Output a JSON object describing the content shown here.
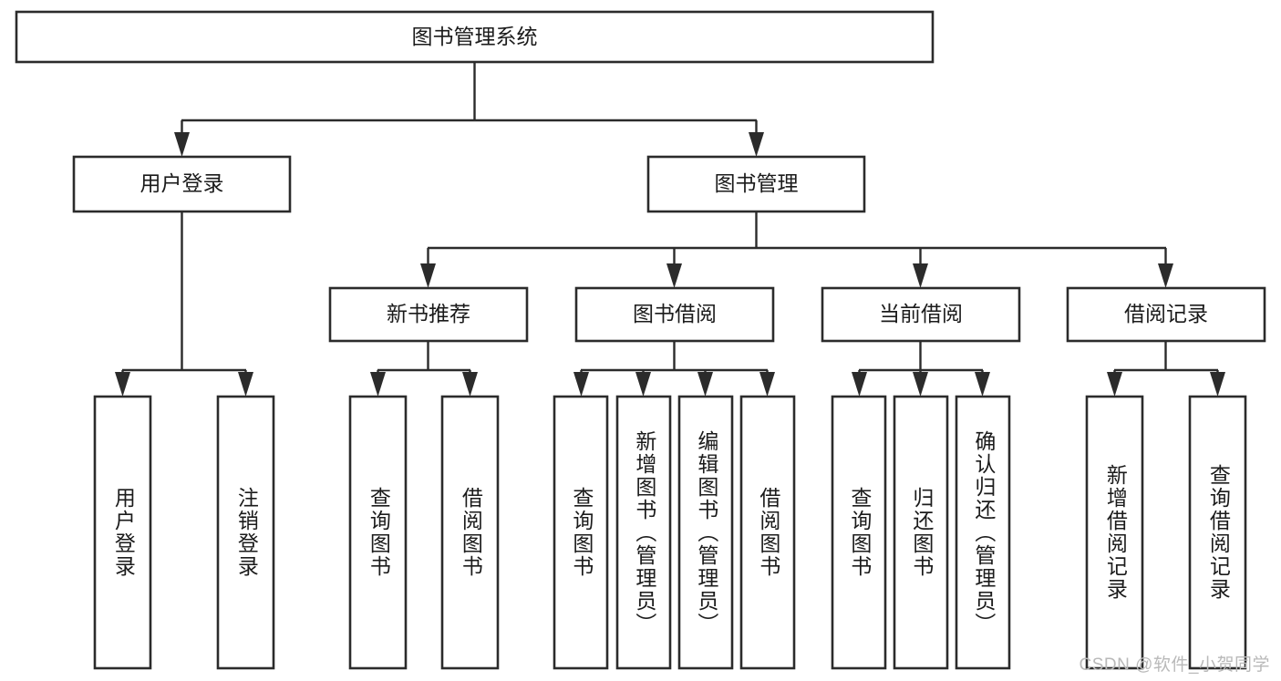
{
  "diagram": {
    "title": "图书管理系统",
    "type": "tree",
    "colors": {
      "box_stroke": "#2b2b2b",
      "box_fill": "#ffffff",
      "text": "#1b1b1b",
      "connector": "#2b2b2b",
      "watermark": "#b9b9b9",
      "background": "#ffffff"
    },
    "root": {
      "label": "图书管理系统"
    },
    "level1": [
      {
        "label": "用户登录"
      },
      {
        "label": "图书管理"
      }
    ],
    "level2": [
      {
        "label": "新书推荐"
      },
      {
        "label": "图书借阅"
      },
      {
        "label": "当前借阅"
      },
      {
        "label": "借阅记录"
      }
    ],
    "leaves": {
      "user_login": [
        {
          "label": "用户登录"
        },
        {
          "label": "注销登录"
        }
      ],
      "new_book_recommend": [
        {
          "label": "查询图书"
        },
        {
          "label": "借阅图书"
        }
      ],
      "book_borrow": [
        {
          "label": "查询图书"
        },
        {
          "label": "新增图书（管理员）"
        },
        {
          "label": "编辑图书（管理员）"
        },
        {
          "label": "借阅图书"
        }
      ],
      "current_borrow": [
        {
          "label": "查询图书"
        },
        {
          "label": "归还图书"
        },
        {
          "label": "确认归还（管理员）"
        }
      ],
      "borrow_record": [
        {
          "label": "新增借阅记录"
        },
        {
          "label": "查询借阅记录"
        }
      ]
    }
  },
  "watermark": {
    "text": "CSDN @软件_小贺同学"
  }
}
